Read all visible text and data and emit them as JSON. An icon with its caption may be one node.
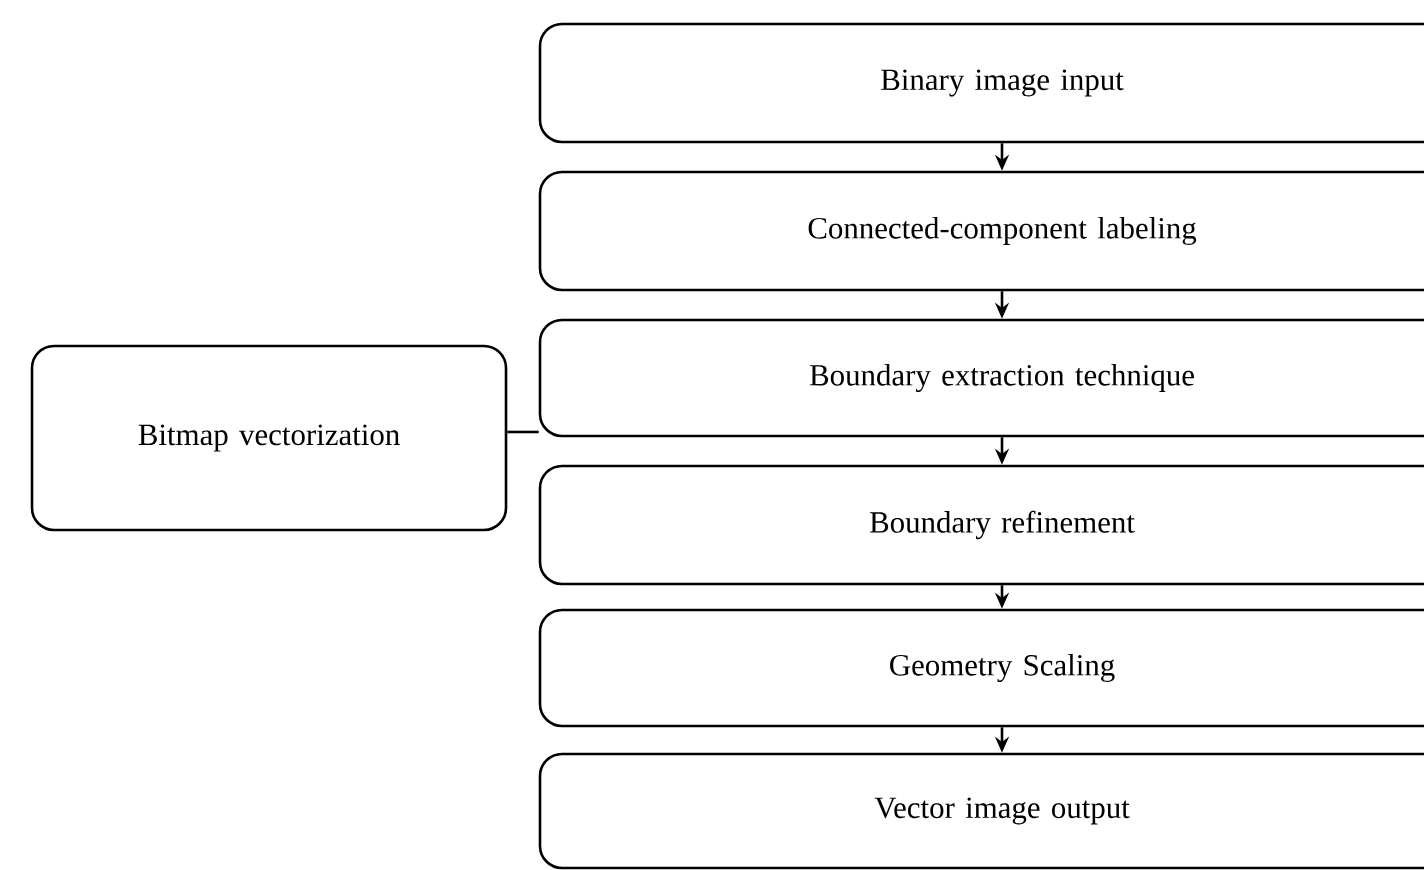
{
  "diagram": {
    "nodes": [
      {
        "text": [
          "Bitmap vectorization"
        ]
      },
      {
        "text": [
          "Binary image input"
        ]
      },
      {
        "text": [
          "Connected-component labeling"
        ]
      },
      {
        "text": [
          "Boundary extraction technique"
        ]
      },
      {
        "text": [
          "Boundary refinement"
        ]
      },
      {
        "text": [
          "Geometry Scaling"
        ]
      },
      {
        "text": [
          "Vector image output"
        ]
      }
    ],
    "edges": [
      {
        "from": 1,
        "to": 2,
        "arrow": "to"
      },
      {
        "from": 2,
        "to": 3,
        "arrow": "to"
      },
      {
        "from": 3,
        "to": 4,
        "arrow": "to"
      },
      {
        "from": 4,
        "to": 5,
        "arrow": "to"
      },
      {
        "from": 5,
        "to": 6,
        "arrow": "to"
      },
      {
        "from": 0,
        "to": 3,
        "arrow": "none"
      }
    ]
  }
}
